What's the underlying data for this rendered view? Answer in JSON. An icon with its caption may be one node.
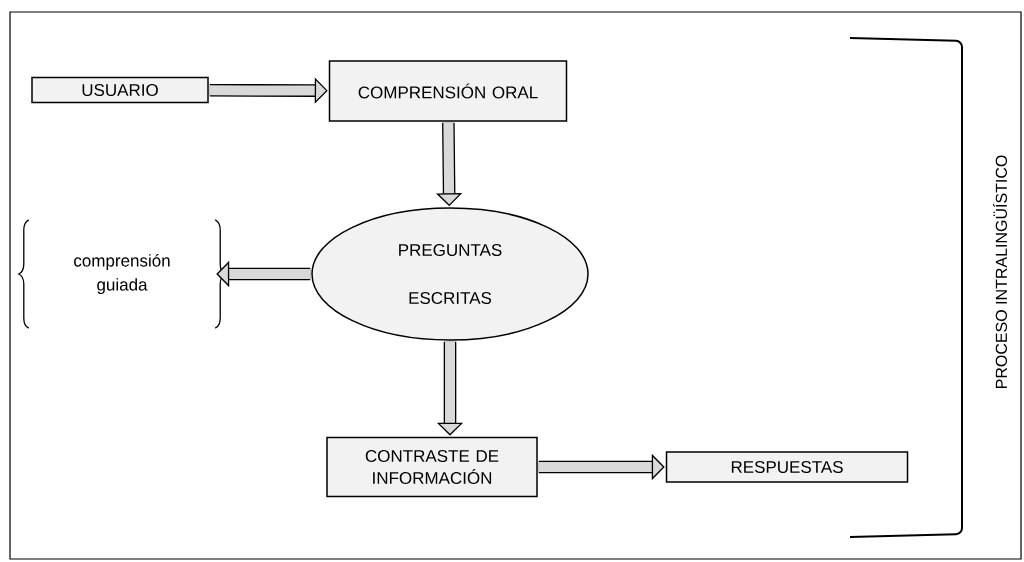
{
  "diagram": {
    "nodes": [
      {
        "text": [
          "USUARIO"
        ]
      },
      {
        "text": [
          "COMPRENSIÓN ORAL"
        ]
      },
      {
        "text": [
          "comprensión guiada"
        ]
      },
      {
        "text": [
          "PREGUNTAS ESCRITAS"
        ]
      },
      {
        "text": [
          "CONTRASTE DE INFORMACIÓN"
        ]
      },
      {
        "text": [
          "RESPUESTAS"
        ]
      }
    ],
    "edges": [
      {
        "from": 0,
        "to": 1,
        "arrow": "to"
      },
      {
        "from": 1,
        "to": 3,
        "arrow": "to"
      },
      {
        "from": 3,
        "to": 2,
        "arrow": "to"
      },
      {
        "from": 3,
        "to": 4,
        "arrow": "to"
      },
      {
        "from": 4,
        "to": 5,
        "arrow": "to"
      }
    ],
    "labels": [
      "PROCESO INTRALINGÜÍSTICO"
    ]
  }
}
